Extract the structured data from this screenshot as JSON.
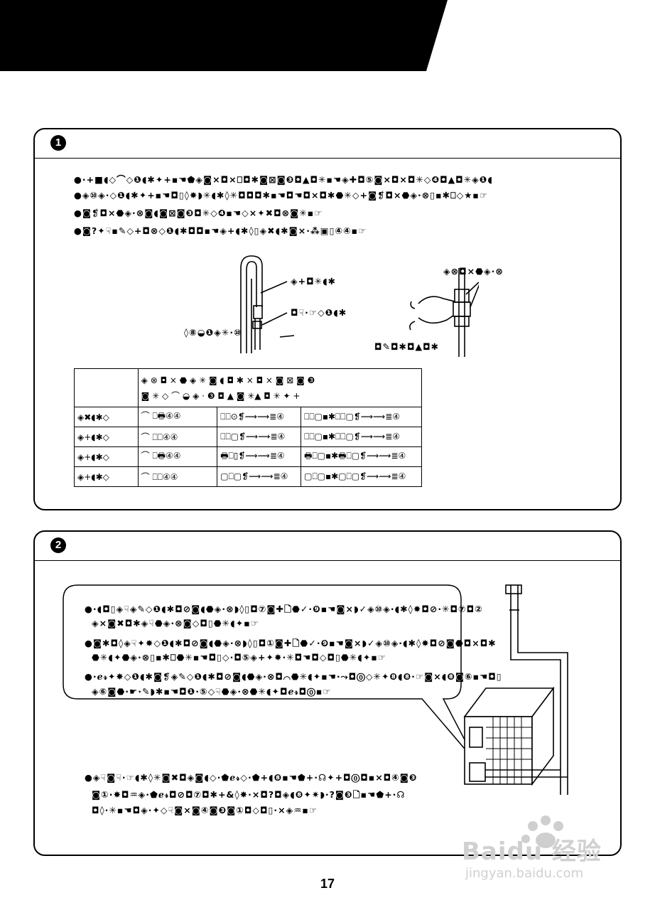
{
  "page": {
    "number": "17"
  },
  "section1": {
    "step": "1",
    "bullets": [
      "●·+■◖◇⌒◇❶◖✱✦+▪☚⬟◈◙×◘×⎕◘✱◙⊠◙❸◘▲◘✳▪☚◈✚◘⑤◙×◘×◘✳◇❹◘▲◘✳◈❶◖",
      "●◈⑩◈·◇❶◖✱✦+▪☚◘▯◊✸◗✳◖✱◊✳◘◘◘✱▪☚◘☚◘×◘✱⬣✳◇+◙❡◘×⬣◈·⊗▯▪✱⎕◇★▪☞",
      "●◙❡◘×⬣◈·⊗◙◖◙⊠◙❸◘✳◇❹▪☚◇×✦✖◘⊗◙✳▪☞",
      "●◙?✦☟▪✎◇+◘⊗◇❶◖✱◘◘▪☚◈+◖✱◊▯◈✖◖✱◙⨯·⁂▣▯④④▪☞"
    ],
    "figure_labels": {
      "label_a": "◈+◘✳◖✱",
      "label_b": "◘☟·☞◇❶◖✱",
      "label_c": "◊⑧◒❶◈✳·⑩",
      "label_d": "◈⊗◘×⬣◈·⊗",
      "label_e": "◘✎◘✱◘▲◘✱"
    },
    "table": {
      "head_row1": [
        "",
        "◈ ⊗ ◘ × ⬣ ◈ ✳ ◙ ◖ ◘ ✱ × ◘ × ◙ ⊠ ◙ ❸"
      ],
      "head_row2": [
        "",
        "◙ ✳ ◇ ⌒ ◒ ◈ · ❸ ◘ ▲ ◙ ✳▲ ◘ ✳ ✦ +"
      ],
      "rows": [
        {
          "model": "◈✖◖✱◇",
          "col1": "⌒  ⎕🖶④④",
          "col2": "⎕⎕⊙❡⟿⟿≣④",
          "col3": "⎕⎕▢▪✱⎕⎕▢❡⟿⟿≣④"
        },
        {
          "model": "◈+◖✱◇",
          "col1": "⌒  ⎕⎕④④",
          "col2": "⎕⎕▢❡⟿⟿≣④",
          "col3": "⎕⎕▢▪✱⎕⎕▢❡⟿⟿≣④"
        },
        {
          "model": "◈+◖✱◇",
          "col1": "⌒  ⎕🖶④④",
          "col2": "🖶⎕▯❡⟿⟿≣④",
          "col3": "🖶⎕▢▪✱🖶⎕▢❡⟿⟿≣④"
        },
        {
          "model": "◈+◖✱◇",
          "col1": "⌒  ⎕⎕④④",
          "col2": "▢⎕▢❡⟿⟿≣④",
          "col3": "▢⎕▢▪✱▢⎕▢❡⟿⟿≣④"
        }
      ]
    }
  },
  "section2": {
    "step": "2",
    "callout_bullets": [
      "●·◖◘▯◈☟◈✎◇❶◖✱◘⊘◙◖⬣◈·⊗◗◊▯◘⑦◙✚🗋⬣✓·❾▪☚◙×◗✓◈⑩◈·◖✱◊✸◘⊘·✳◘⑦◘②",
      "◈×◙✖◘✱◈☟⬣◈·⊗◙◇◘▯⬣✳◖✦▪☞",
      "●◙✱◘◊◈☟✦✸◇❶◖✱◘⊘◙◖⬣◈·⊗◗◊▯◘①◙✚🗋⬣✓·❾▪☚◙×◗✓◈⑩◈·◖✱◊✸◘⊘◙⬣◘×◘✱",
      "⬣✳◖✦⬣◈·⊗▯▪✱⎕⬣✳▪☚◘▯◇·◘⑤◈+✦✸·✳◘☚◘◇◘▯⬣✳◖✦▪☞",
      "●·ℯ𝓇✦✸◇❶◖✱◙❡◈✎◇❶◖✱◘⊘◙◖⬣◈·⊗◘⌒⬣✳◖✦▪☚·⤳◘⓪◇✳✦❽◖❽·☞◙×◖❽◙⑥▪☚◘▯",
      "◈⑥◙⬣·☛·✎◗✱▪☚◘❶·⑤◇☟⬣◈·⊗⬣✳◖✦◘ℯ𝓇◘⓪▪☞"
    ],
    "bottom_bullets": [
      "●◈☟◙☟·☞◖✱◊✳◙✖◘◈◙◖◇·⬟ℯ𝓇◇·⬟+◖❽▪☚⬟+·☊✦+◘⓪◘▪×◘④◙❸",
      "◙①·✸◘♒◈·⬟ℯ𝓇◘⊘◘⑦◘✱+&◊✸·×◘?◘◈◖❽✦✷◗·?◙❸🗋▪☚⬟+·☊",
      "◘◊·✳▪☚◘◈·✦◇☟◙×◙④◙❸◙①◘◇◘▯·⨯◈♒▪☞"
    ]
  },
  "watermark": {
    "brand": "Baidu 经验",
    "url": "jingyan.baidu.com"
  }
}
